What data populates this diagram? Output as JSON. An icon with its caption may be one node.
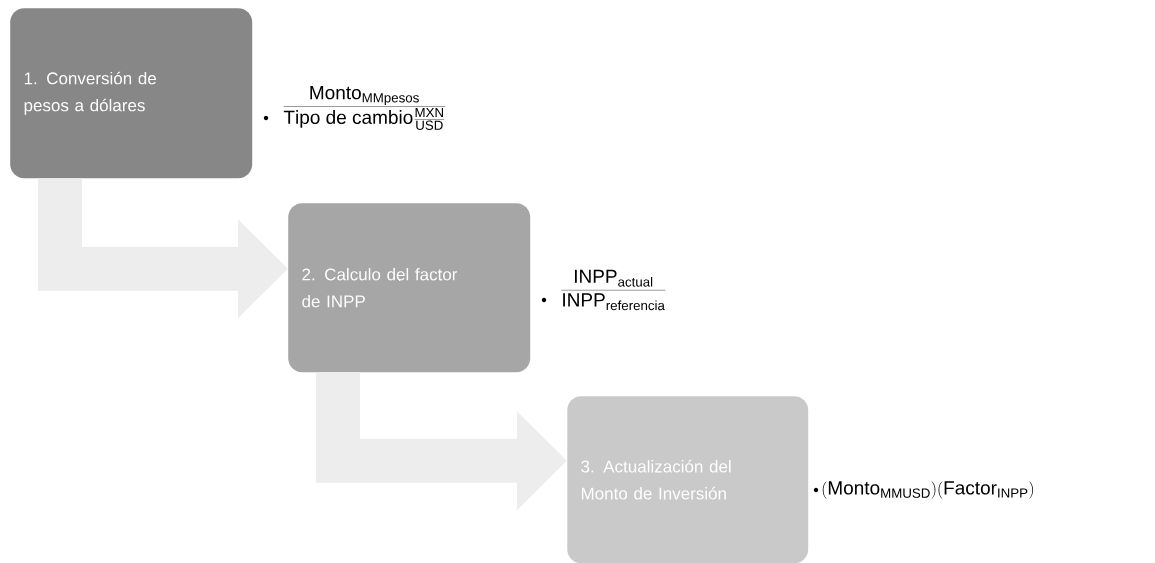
{
  "diagram": {
    "nodes": [
      {
        "text": [
          "1. Conversión de pesos a dólares"
        ],
        "beside": [
          "\\frac{\\mathrm{Monto}_{\\mathrm{MMpesos}}}{\\mathrm{Tipo\\ de\\ cambio}\\frac{\\mathrm{MXN}}{\\mathrm{USD}}}"
        ]
      },
      {
        "text": [
          "2. Calculo del factor de INPP"
        ],
        "beside": [
          "\\frac{\\mathrm{INPP}_{\\mathrm{actual}}}{\\mathrm{INPP}_{\\mathrm{referencia}}}"
        ]
      },
      {
        "text": [
          "3. Actualización del Monto de Inversión"
        ],
        "beside": [
          "(\\mathrm{Monto}_{\\mathrm{MMUSD}})(\\mathrm{Factor}_{\\mathrm{INPP}})"
        ]
      }
    ],
    "edges": [
      {
        "from": 0,
        "to": 1,
        "arrow": "to"
      },
      {
        "from": 1,
        "to": 2,
        "arrow": "to"
      }
    ]
  }
}
